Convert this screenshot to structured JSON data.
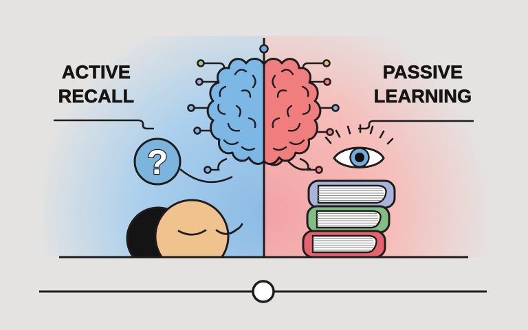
{
  "illustration": {
    "left": {
      "title_line1": "ACTIVE",
      "title_line2": "RECALL",
      "question_mark_symbol": "?",
      "icons": [
        "question-mark-icon",
        "sleeping-head-icon",
        "brain-left-half"
      ]
    },
    "right": {
      "title_line1": "PASSIVE",
      "title_line2": "LEARNING",
      "icons": [
        "eye-icon",
        "book-stack-icon",
        "brain-right-half"
      ]
    },
    "center_icon": "brain-icon",
    "footer_control": "comparison-slider"
  },
  "colors": {
    "background": "#e4e3e2",
    "outline": "#1e1c1c",
    "brain_left_blue": "#7db7e5",
    "brain_right_red": "#f17e7f",
    "left_glow_blue": "#8cbbe4",
    "right_glow_pink": "#f2a2a6",
    "face_skin": "#efc28e",
    "hair_black": "#141414",
    "question_circle_blue": "#7db4de",
    "eye_iris_blue": "#71aede",
    "book_spine_blue": "#a9b4dc",
    "book_spine_green": "#81bd84",
    "book_spine_red": "#e5636e",
    "dot_green": "#a3ca7c",
    "dot_lavender": "#a4abdc",
    "dot_blue": "#7fb2e0",
    "dot_yellow": "#dfc077",
    "dot_red": "#ec8288",
    "node_top_blue": "#6facdb"
  }
}
